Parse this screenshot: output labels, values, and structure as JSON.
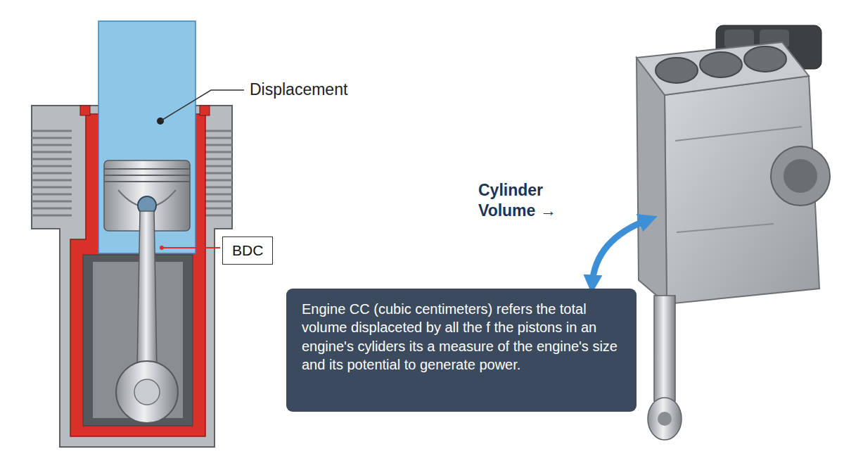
{
  "diagram": {
    "nodes": [
      {
        "text": [
          "BDC"
        ]
      },
      {
        "text": [
          "Engine CC (cubic centimeters) refers the total volume displaceted by all the f the pistons in an engine's cyliders its a measure of the engine's size and its potential to generate power."
        ]
      }
    ],
    "edges": [],
    "labels": [
      "Displacement",
      "Cylinder Volume →"
    ]
  }
}
